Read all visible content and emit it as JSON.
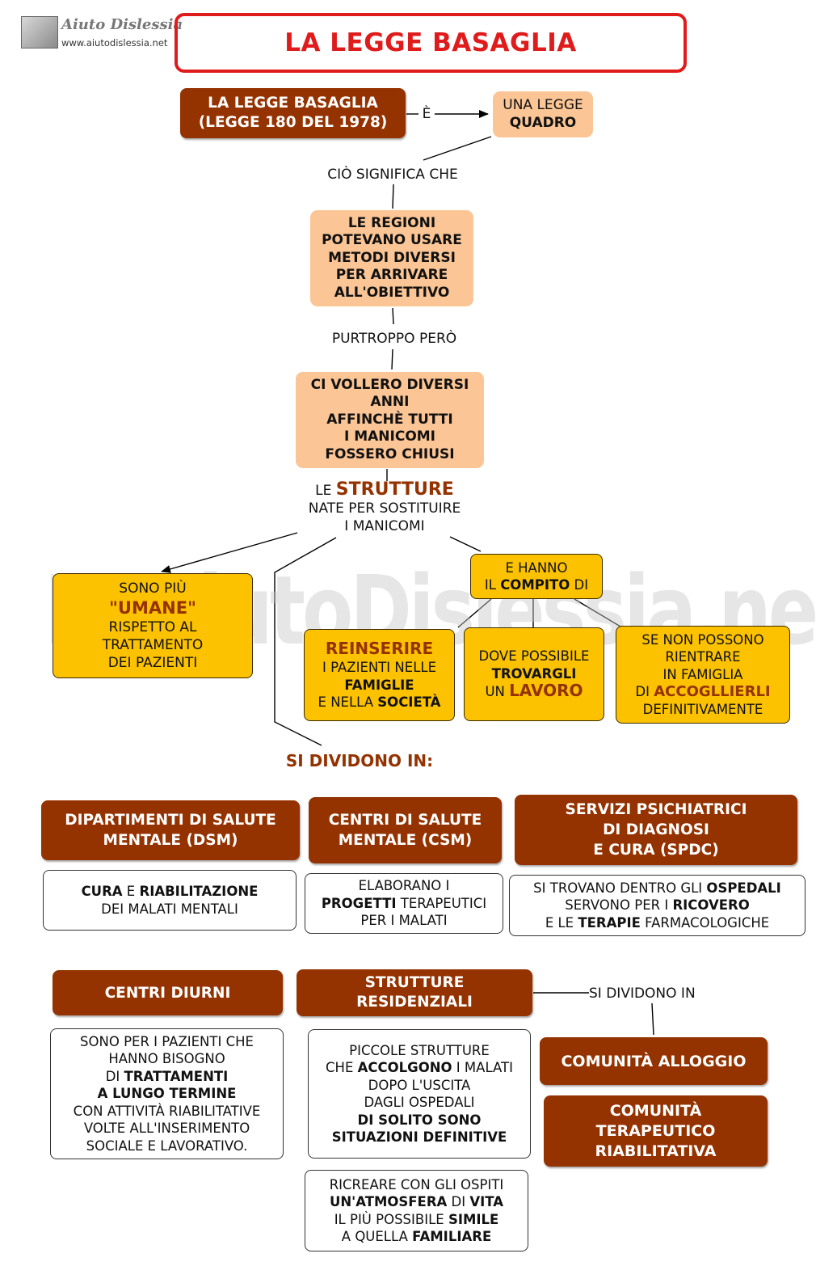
{
  "logo": {
    "name": "Aiuto Dislessia",
    "url": "www.aiutodislessia.net"
  },
  "watermark": "ByAiutoDislessia.net",
  "title": "LA LEGGE BASAGLIA",
  "nodes": {
    "law": {
      "line1": "LA LEGGE BASAGLIA",
      "line2": "(LEGGE 180 DEL 1978)"
    },
    "e_label": "È",
    "frame": {
      "line1": "UNA LEGGE",
      "line2": "QUADRO"
    },
    "means_label": "CIÒ SIGNIFICA CHE",
    "regions": [
      "LE REGIONI",
      "POTEVANO USARE",
      "METODI DIVERSI",
      "PER ARRIVARE",
      "ALL'OBIETTIVO"
    ],
    "however_label": "PURTROPPO PERÒ",
    "years": [
      "CI VOLLERO DIVERSI",
      "ANNI",
      "AFFINCHÈ TUTTI",
      "I MANICOMI",
      "FOSSERO CHIUSI"
    ],
    "structures": {
      "le": "LE",
      "keyword": "STRUTTURE",
      "line2": "NATE PER SOSTITUIRE",
      "line3": "I MANICOMI"
    },
    "humane": {
      "line1": "SONO PIÙ",
      "keyword": "\"UMANE\"",
      "line3": "RISPETTO AL",
      "line4": "TRATTAMENTO",
      "line5": "DEI PAZIENTI"
    },
    "task": {
      "line1": "E HANNO",
      "pre": "IL",
      "keyword": "COMPITO",
      "post": "DI"
    },
    "reinsert": {
      "keyword": "REINSERIRE",
      "line2": "I PAZIENTI NELLE",
      "line3": "FAMIGLIE",
      "pre4": "E NELLA",
      "bold4": "SOCIETÀ"
    },
    "work": {
      "line1": "DOVE POSSIBILE",
      "line2": "TROVARGLI",
      "pre3": "UN",
      "keyword": "LAVORO"
    },
    "welcome": {
      "line1": "SE NON POSSONO",
      "line2": "RIENTRARE",
      "line3": "IN FAMIGLIA",
      "pre4": "DI",
      "keyword": "ACCOGLLIERLI",
      "line5": "DEFINITIVAMENTE"
    },
    "divide_label": "SI DIVIDONO IN:"
  },
  "services": [
    {
      "title1": "DIPARTIMENTI DI SALUTE",
      "title2": "MENTALE (DSM)",
      "desc": {
        "b1": "CURA",
        "t1": " E ",
        "b2": "RIABILITAZIONE",
        "line2": "DEI MALATI MENTALI"
      }
    },
    {
      "title1": "CENTRI DI SALUTE",
      "title2": "MENTALE (CSM)",
      "desc": {
        "line1": "ELABORANO I",
        "b1": "PROGETTI",
        "t1": " TERAPEUTICI",
        "line3": "PER I MALATI"
      }
    },
    {
      "title1": "SERVIZI PSICHIATRICI",
      "title2": "DI DIAGNOSI",
      "title3": "E CURA (SPDC)",
      "desc": {
        "t1": "SI TROVANO DENTRO GLI ",
        "b1": "OSPEDALI",
        "t2": "SERVONO PER I ",
        "b2": "RICOVERO",
        "t3": "E LE ",
        "b3": "TERAPIE",
        "t4": " FARMACOLOGICHE"
      }
    }
  ],
  "day_centers": {
    "title": "CENTRI DIURNI",
    "desc": {
      "l1": "SONO PER I PAZIENTI CHE",
      "l2": "HANNO BISOGNO",
      "l3pre": "DI ",
      "l3b": "TRATTAMENTI",
      "l4": "A LUNGO TERMINE",
      "l5": "CON ATTIVITÀ RIABILITATIVE",
      "l6": "VOLTE ALL'INSERIMENTO",
      "l7": "SOCIALE E LAVORATIVO."
    }
  },
  "residential": {
    "title1": "STRUTTURE",
    "title2": "RESIDENZIALI",
    "divide_label": "SI DIVIDONO IN",
    "desc": {
      "l1": "PICCOLE STRUTTURE",
      "l2pre": "CHE ",
      "l2b": "ACCOLGONO",
      "l2post": " I MALATI",
      "l3": "DOPO L'USCITA",
      "l4": "DAGLI OSPEDALI",
      "l5": "DI SOLITO SONO",
      "l6": "SITUAZIONI DEFINITIVE"
    },
    "atmosphere": {
      "l1": "RICREARE CON GLI OSPITI",
      "l2b1": "UN'ATMOSFERA",
      "l2t": " DI ",
      "l2b2": "VITA",
      "l3t": "IL PIÙ POSSIBILE ",
      "l3b": "SIMILE",
      "l4t": "A QUELLA ",
      "l4b": "FAMILIARE"
    },
    "types": [
      "COMUNITÀ ALLOGGIO",
      "COMUNITÀ",
      "TERAPEUTICO",
      "RIABILITATIVA"
    ]
  }
}
